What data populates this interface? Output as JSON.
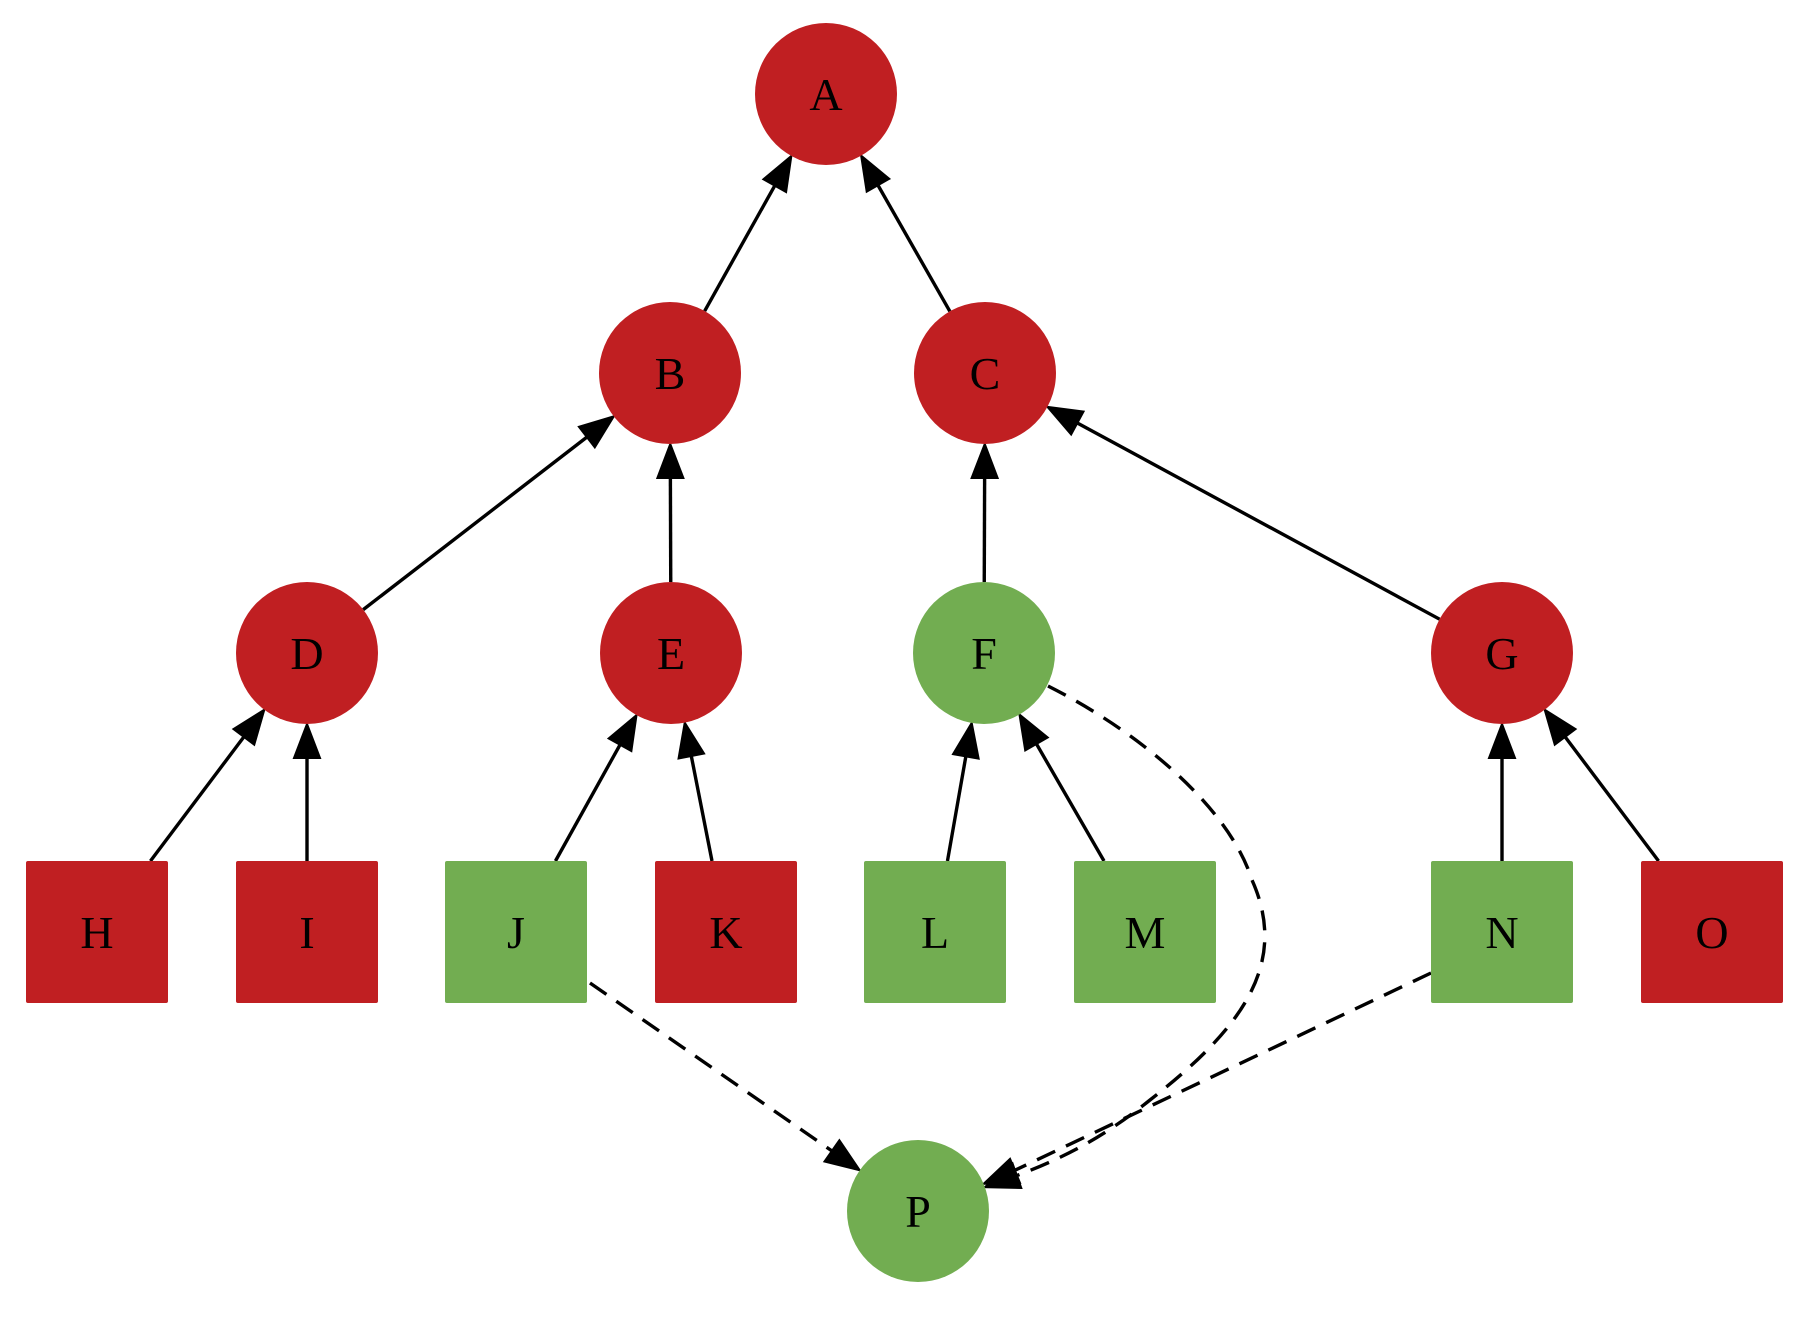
{
  "colors": {
    "red": "#c01f22",
    "green": "#72ad51",
    "edge": "#000000",
    "label": "#000000"
  },
  "nodes": [
    {
      "id": "A",
      "label": "A",
      "shape": "circle",
      "color": "red"
    },
    {
      "id": "B",
      "label": "B",
      "shape": "circle",
      "color": "red"
    },
    {
      "id": "C",
      "label": "C",
      "shape": "circle",
      "color": "red"
    },
    {
      "id": "D",
      "label": "D",
      "shape": "circle",
      "color": "red"
    },
    {
      "id": "E",
      "label": "E",
      "shape": "circle",
      "color": "red"
    },
    {
      "id": "F",
      "label": "F",
      "shape": "circle",
      "color": "green"
    },
    {
      "id": "G",
      "label": "G",
      "shape": "circle",
      "color": "red"
    },
    {
      "id": "H",
      "label": "H",
      "shape": "square",
      "color": "red"
    },
    {
      "id": "I",
      "label": "I",
      "shape": "square",
      "color": "red"
    },
    {
      "id": "J",
      "label": "J",
      "shape": "square",
      "color": "green"
    },
    {
      "id": "K",
      "label": "K",
      "shape": "square",
      "color": "red"
    },
    {
      "id": "L",
      "label": "L",
      "shape": "square",
      "color": "green"
    },
    {
      "id": "M",
      "label": "M",
      "shape": "square",
      "color": "green"
    },
    {
      "id": "N",
      "label": "N",
      "shape": "square",
      "color": "green"
    },
    {
      "id": "O",
      "label": "O",
      "shape": "square",
      "color": "red"
    },
    {
      "id": "P",
      "label": "P",
      "shape": "circle",
      "color": "green"
    }
  ],
  "edges": [
    {
      "from": "B",
      "to": "A",
      "style": "solid"
    },
    {
      "from": "C",
      "to": "A",
      "style": "solid"
    },
    {
      "from": "D",
      "to": "B",
      "style": "solid"
    },
    {
      "from": "E",
      "to": "B",
      "style": "solid"
    },
    {
      "from": "F",
      "to": "C",
      "style": "solid"
    },
    {
      "from": "G",
      "to": "C",
      "style": "solid"
    },
    {
      "from": "H",
      "to": "D",
      "style": "solid"
    },
    {
      "from": "I",
      "to": "D",
      "style": "solid"
    },
    {
      "from": "J",
      "to": "E",
      "style": "solid"
    },
    {
      "from": "K",
      "to": "E",
      "style": "solid"
    },
    {
      "from": "L",
      "to": "F",
      "style": "solid"
    },
    {
      "from": "M",
      "to": "F",
      "style": "solid"
    },
    {
      "from": "N",
      "to": "G",
      "style": "solid"
    },
    {
      "from": "O",
      "to": "G",
      "style": "solid"
    },
    {
      "from": "J",
      "to": "P",
      "style": "dashed"
    },
    {
      "from": "F",
      "to": "P",
      "style": "dashed"
    },
    {
      "from": "N",
      "to": "P",
      "style": "dashed"
    }
  ]
}
